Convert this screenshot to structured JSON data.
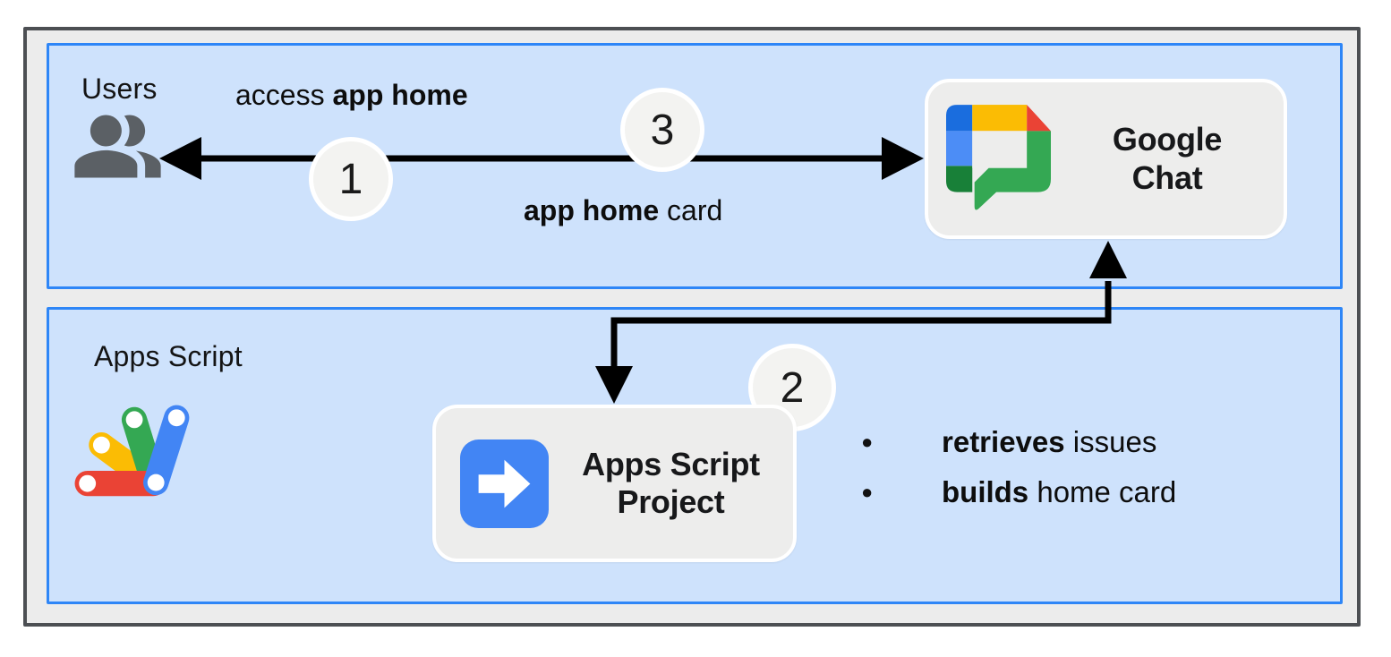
{
  "colors": {
    "frame_fill": "#ececec",
    "frame_border": "#4c4f53",
    "section_fill": "#cee2fc",
    "section_border": "#2e86f7",
    "card_fill": "#ededec",
    "card_border": "#ffffff",
    "circle_fill": "#f3f3f1",
    "arrow": "#000000",
    "people_icon": "#5b6065",
    "google_blue": "#4285f4",
    "google_dark_blue": "#1a6dde",
    "google_green": "#34a853",
    "google_dark_green": "#188038",
    "google_yellow": "#fbbc04",
    "google_red": "#ea4335"
  },
  "sections": {
    "users": {
      "label": "Users",
      "icon": "people-icon"
    },
    "apps_script": {
      "label": "Apps Script",
      "icon": "apps-script-logo"
    }
  },
  "steps": {
    "one": {
      "number": "1"
    },
    "two": {
      "number": "2"
    },
    "three": {
      "number": "3"
    }
  },
  "labels": {
    "access": {
      "prefix": "access ",
      "bold": "app home"
    },
    "response": {
      "bold": "app home",
      "suffix": " card"
    }
  },
  "nodes": {
    "google_chat": {
      "line1": "Google",
      "line2": "Chat",
      "icon": "google-chat-logo"
    },
    "apps_script_project": {
      "line1": "Apps Script",
      "line2": "Project",
      "icon": "arrow-right-icon"
    }
  },
  "bullets": {
    "marker": "●",
    "items": [
      {
        "bold": "retrieves",
        "rest": " issues"
      },
      {
        "bold": "builds",
        "rest": " home card"
      }
    ]
  }
}
